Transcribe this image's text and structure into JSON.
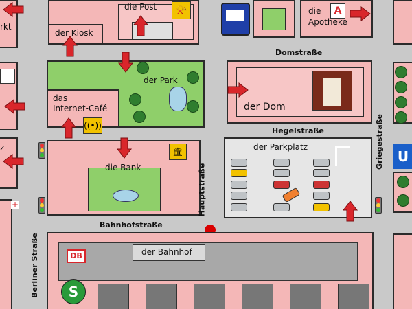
{
  "map": {
    "places": {
      "post": "die Post",
      "kiosk": "der Kiosk",
      "park": "der Park",
      "internet_cafe_line1": "das",
      "internet_cafe_line2": "Internet-Café",
      "apotheke_line1": "die",
      "apotheke_line2": "Apotheke",
      "dom": "der Dom",
      "bank": "die Bank",
      "parkplatz": "der Parkplatz",
      "bahnhof": "der Bahnhof",
      "markt_fragment": "rkt",
      "z_fragment": "z"
    },
    "streets": {
      "domstrasse": "Domstraße",
      "hegelstrasse": "Hegelstraße",
      "hauptstrasse": "Hauptstraße",
      "griegestrasse": "Griegestraße",
      "bahnhofstrasse": "Bahnhofstraße",
      "berliner_strasse": "Berliner Straße"
    },
    "badges": {
      "db": "DB",
      "sbahn": "S",
      "ubahn": "U",
      "post_horn": "post-horn",
      "pharmacy": "A"
    },
    "colors": {
      "building": "#f4b7b7",
      "park": "#8fcf6a",
      "road": "#c9c9c9",
      "arrow": "#d9262b",
      "marker": "#d90000",
      "bus": "#1f3fa8",
      "ubahn": "#1a5fc9",
      "sbahn": "#2a9a3a"
    }
  }
}
